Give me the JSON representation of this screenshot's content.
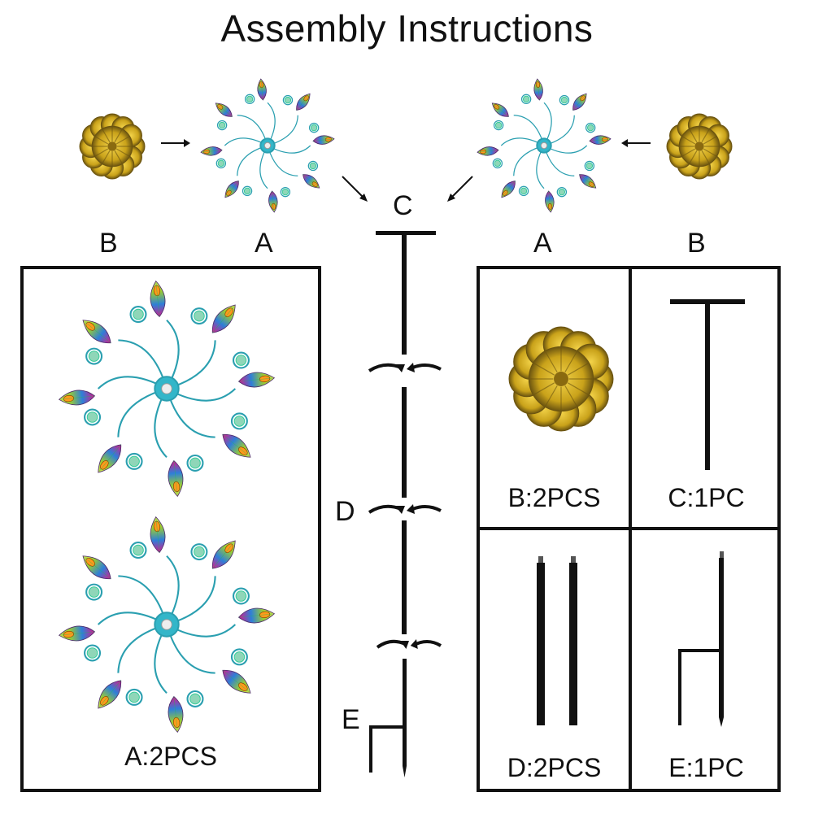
{
  "title": "Assembly Instructions",
  "labels": {
    "top_b_left": "B",
    "top_a_left": "A",
    "top_a_right": "A",
    "top_b_right": "B",
    "c": "C",
    "d": "D",
    "e": "E"
  },
  "captions": {
    "a": "A:2PCS",
    "b": "B:2PCS",
    "c": "C:1PC",
    "d": "D:2PCS",
    "e": "E:1PC"
  },
  "colors": {
    "line": "#111111",
    "gold": "#c9a21a",
    "gold_dark": "#6b5410",
    "wire": "#2a9fb0",
    "magenta": "#d81b8a",
    "blue": "#2e7fd8",
    "green": "#9acd32",
    "orange": "#ff9a1a",
    "bead": "#8fd6b8"
  },
  "icons": {
    "pinwheel": "peacock-pinwheel-icon",
    "flower": "gold-flower-cap-icon",
    "rotate": "rotate-arrows-icon"
  }
}
